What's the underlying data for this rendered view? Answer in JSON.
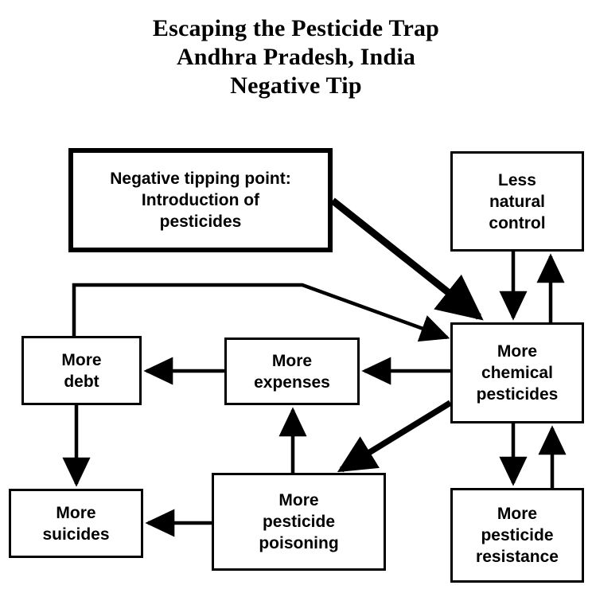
{
  "title": {
    "line1": "Escaping the Pesticide Trap",
    "line2": "Andhra Pradesh, India",
    "line3": "Negative Tip"
  },
  "diagram": {
    "type": "causal-loop-diagram",
    "background_color": "#ffffff",
    "line_color": "#000000",
    "nodes": [
      {
        "id": "tipping",
        "label": "Negative tipping point:\nIntroduction of\npesticides",
        "emphasis": "thick-border"
      },
      {
        "id": "natural",
        "label": "Less\nnatural\ncontrol",
        "emphasis": "normal"
      },
      {
        "id": "chemical",
        "label": "More\nchemical\npesticides",
        "emphasis": "normal"
      },
      {
        "id": "debt",
        "label": "More\ndebt",
        "emphasis": "normal"
      },
      {
        "id": "expenses",
        "label": "More\nexpenses",
        "emphasis": "normal"
      },
      {
        "id": "suicides",
        "label": "More\nsuicides",
        "emphasis": "normal"
      },
      {
        "id": "poisoning",
        "label": "More\npesticide\npoisoning",
        "emphasis": "normal"
      },
      {
        "id": "resistance",
        "label": "More\npesticide\nresistance",
        "emphasis": "normal"
      }
    ],
    "edges": [
      {
        "from": "tipping",
        "to": "chemical",
        "style": "thick-diagonal"
      },
      {
        "from": "chemical",
        "to": "natural",
        "style": "vertical-up"
      },
      {
        "from": "natural",
        "to": "chemical",
        "style": "vertical-down"
      },
      {
        "from": "chemical",
        "to": "resistance",
        "style": "vertical-down"
      },
      {
        "from": "resistance",
        "to": "chemical",
        "style": "vertical-up"
      },
      {
        "from": "chemical",
        "to": "expenses",
        "style": "horizontal-left"
      },
      {
        "from": "expenses",
        "to": "debt",
        "style": "horizontal-left"
      },
      {
        "from": "debt",
        "to": "suicides",
        "style": "vertical-down"
      },
      {
        "from": "chemical",
        "to": "poisoning",
        "style": "thick-diagonal"
      },
      {
        "from": "poisoning",
        "to": "expenses",
        "style": "vertical-up"
      },
      {
        "from": "poisoning",
        "to": "suicides",
        "style": "horizontal-left"
      },
      {
        "from": "debt",
        "to": "chemical",
        "style": "feedback-loop-up-over-right"
      }
    ]
  }
}
